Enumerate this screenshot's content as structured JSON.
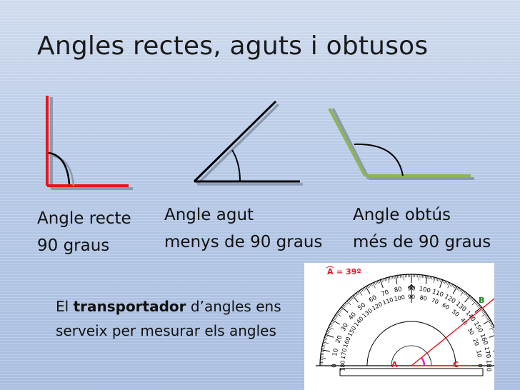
{
  "slide": {
    "title": "Angles rectes, aguts i obtusos",
    "colors": {
      "background": "#b6c9e6",
      "line_dark": "#000000",
      "line_red": "#e8141b",
      "line_green": "#8fb553",
      "shadow": "#8a9ab0"
    }
  },
  "angles": [
    {
      "name": "Angle recte",
      "desc": "90 graus"
    },
    {
      "name": "Angle agut",
      "desc": "menys de 90 graus"
    },
    {
      "name": "Angle obtús",
      "desc": "més de 90 graus"
    }
  ],
  "note": {
    "pre": "El ",
    "bold": "transportador",
    "post": " d’angles ens serveix per mesurar els angles"
  },
  "protractor": {
    "measure": "= 39º",
    "angle_symbol": "A",
    "angle_deg": 39,
    "labels": {
      "a": "A",
      "b": "B",
      "c": "C"
    },
    "outer_ticks": [
      "0",
      "10",
      "20",
      "30",
      "40",
      "50",
      "60",
      "70",
      "80",
      "90",
      "100",
      "110",
      "120",
      "130",
      "140",
      "150",
      "160",
      "170",
      "180"
    ],
    "inner_ticks": [
      "180",
      "170",
      "160",
      "150",
      "140",
      "130",
      "120",
      "110",
      "100",
      "90",
      "80",
      "70",
      "60",
      "50",
      "40",
      "30",
      "20",
      "10",
      "0"
    ]
  }
}
